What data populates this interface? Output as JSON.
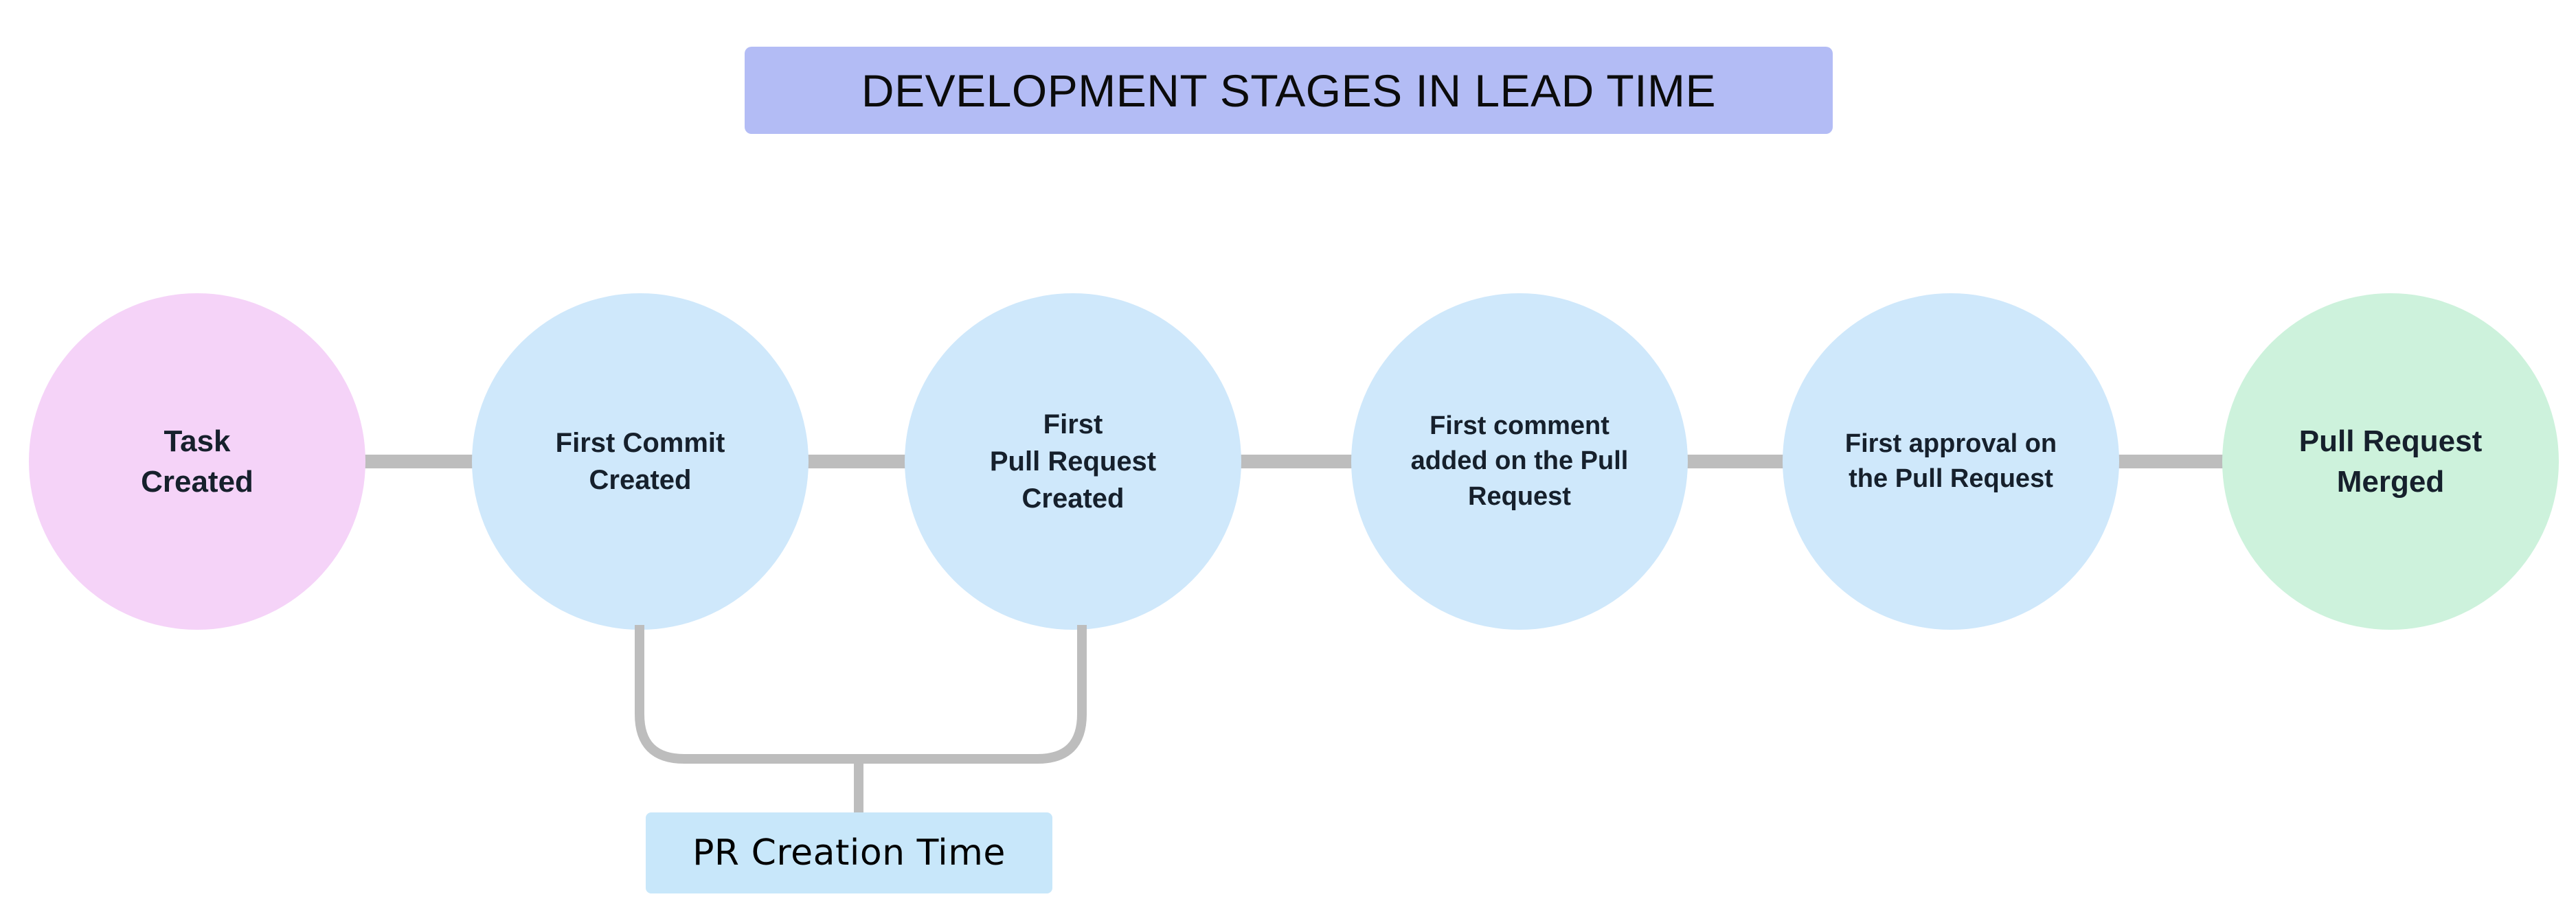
{
  "diagram": {
    "title": "DEVELOPMENT STAGES IN LEAD TIME",
    "title_background": "#b3bcf5",
    "background": "#ffffff",
    "connector_color": "#bdbdbd",
    "nodes": [
      {
        "id": "task-created",
        "label": "Task\nCreated",
        "color": "#f5d3f8",
        "text_color": "#16202c"
      },
      {
        "id": "first-commit-created",
        "label": "First Commit\nCreated",
        "color": "#cfe8fb",
        "text_color": "#16202c"
      },
      {
        "id": "first-pull-request-created",
        "label": "First\nPull Request\nCreated",
        "color": "#cfe8fb",
        "text_color": "#16202c"
      },
      {
        "id": "first-comment-added",
        "label": "First comment\nadded on the Pull\nRequest",
        "color": "#cfe8fb",
        "text_color": "#16202c"
      },
      {
        "id": "first-approval",
        "label": "First approval on\nthe Pull Request",
        "color": "#cfe8fb",
        "text_color": "#16202c"
      },
      {
        "id": "pull-request-merged",
        "label": "Pull Request\nMerged",
        "color": "#cdf2dc",
        "text_color": "#16202c"
      }
    ],
    "annotations": [
      {
        "id": "pr-creation-time",
        "label": "PR Creation Time",
        "color": "#c8e7fa",
        "spans_from": "first-commit-created",
        "spans_to": "first-pull-request-created"
      }
    ]
  }
}
